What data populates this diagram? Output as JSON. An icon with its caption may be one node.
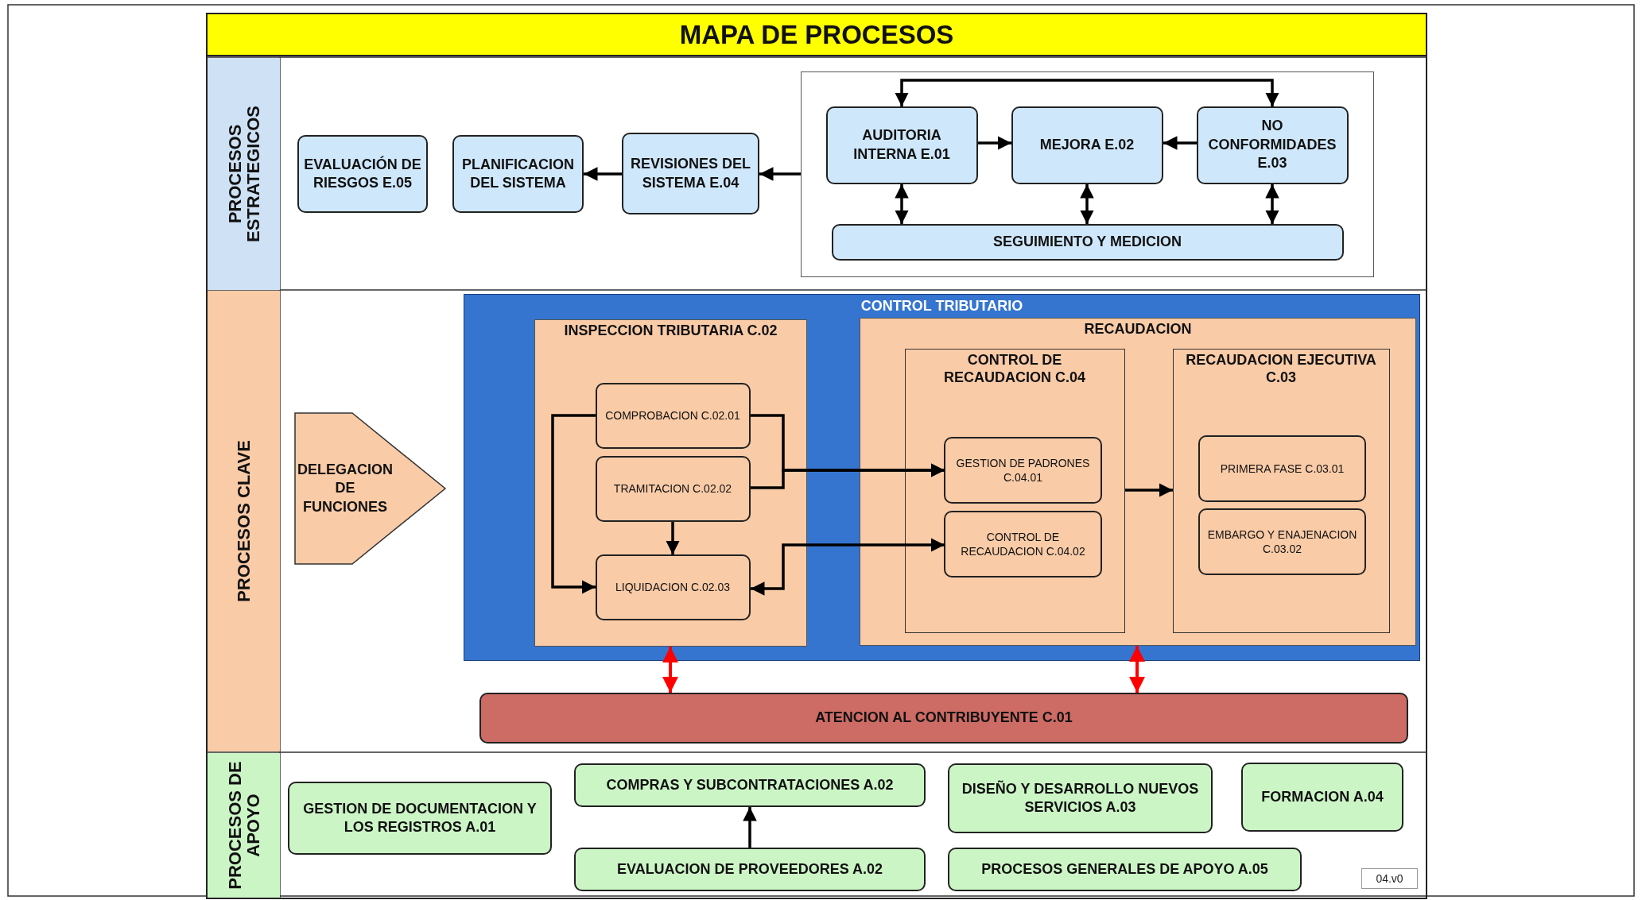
{
  "diagram": {
    "title": "MAPA DE PROCESOS",
    "nodes": [
      {
        "text": [
          "PROCESOS ESTRATEGICOS"
        ]
      },
      {
        "text": [
          "EVALUACIÓN DE RIESGOS E.05"
        ]
      },
      {
        "text": [
          "PLANIFICACION DEL SISTEMA"
        ]
      },
      {
        "text": [
          "REVISIONES DEL SISTEMA E.04"
        ]
      },
      {
        "text": [],
        "shape": "box"
      },
      {
        "text": [
          "AUDITORIA INTERNA E.01"
        ],
        "in": 4
      },
      {
        "text": [
          "MEJORA E.02"
        ],
        "in": 4
      },
      {
        "text": [
          "NO CONFORMIDADES E.03"
        ],
        "in": 4
      },
      {
        "text": [
          "SEGUIMIENTO Y MEDICION"
        ],
        "in": 4
      },
      {
        "text": [
          "PROCESOS CLAVE"
        ]
      },
      {
        "text": [
          "DELEGACION DE FUNCIONES"
        ]
      },
      {
        "text": [
          "CONTROL TRIBUTARIO"
        ]
      },
      {
        "text": [
          "INSPECCION TRIBUTARIA C.02"
        ],
        "in": 11
      },
      {
        "text": [
          "COMPROBACION C.02.01"
        ],
        "in": 12
      },
      {
        "text": [
          "TRAMITACION C.02.02"
        ],
        "in": 12
      },
      {
        "text": [
          "LIQUIDACION C.02.03"
        ],
        "in": 12
      },
      {
        "text": [
          "RECAUDACION"
        ],
        "in": 11
      },
      {
        "text": [
          "CONTROL DE RECAUDACION C.04"
        ],
        "in": 16
      },
      {
        "text": [
          "GESTION DE PADRONES C.04.01"
        ],
        "in": 17
      },
      {
        "text": [
          "CONTROL DE RECAUDACION C.04.02"
        ],
        "in": 17
      },
      {
        "text": [
          "RECAUDACION EJECUTIVA C.03"
        ],
        "in": 16
      },
      {
        "text": [
          "PRIMERA FASE C.03.01"
        ],
        "in": 20
      },
      {
        "text": [
          "EMBARGO Y ENAJENACION C.03.02"
        ],
        "in": 20
      },
      {
        "text": [
          "ATENCION AL CONTRIBUYENTE C.01"
        ]
      },
      {
        "text": [
          "PROCESOS DE APOYO"
        ]
      },
      {
        "text": [
          "GESTION DE DOCUMENTACION Y LOS REGISTROS A.01"
        ]
      },
      {
        "text": [
          "COMPRAS Y SUBCONTRATACIONES A.02"
        ]
      },
      {
        "text": [
          "EVALUACION DE PROVEEDORES A.02"
        ]
      },
      {
        "text": [
          "DISEÑO Y DESARROLLO NUEVOS SERVICIOS A.03"
        ]
      },
      {
        "text": [
          "FORMACION A.04"
        ]
      },
      {
        "text": [
          "PROCESOS GENERALES DE APOYO A.05"
        ]
      }
    ],
    "edges": [
      {
        "from": 4,
        "to": 3,
        "arrow": "to"
      },
      {
        "from": 3,
        "to": 2,
        "arrow": "to"
      },
      {
        "from": 5,
        "to": 7,
        "arrow": "both"
      },
      {
        "from": 5,
        "to": 6,
        "arrow": "to"
      },
      {
        "from": 7,
        "to": 6,
        "arrow": "to"
      },
      {
        "from": 5,
        "to": 8,
        "arrow": "both"
      },
      {
        "from": 6,
        "to": 8,
        "arrow": "both"
      },
      {
        "from": 7,
        "to": 8,
        "arrow": "both"
      },
      {
        "from": 13,
        "to": 18,
        "arrow": "to"
      },
      {
        "from": 14,
        "to": 18,
        "arrow": "to"
      },
      {
        "from": 14,
        "to": 15,
        "arrow": "to"
      },
      {
        "from": 13,
        "to": 15,
        "arrow": "to"
      },
      {
        "from": 15,
        "to": 19,
        "arrow": "both"
      },
      {
        "from": 17,
        "to": 20,
        "arrow": "to"
      },
      {
        "from": 12,
        "to": 23,
        "arrow": "both",
        "color": "#ff0000"
      },
      {
        "from": 16,
        "to": 23,
        "arrow": "both",
        "color": "#ff0000"
      },
      {
        "from": 27,
        "to": 26,
        "arrow": "to"
      }
    ],
    "labels": [
      "04.v0"
    ]
  }
}
